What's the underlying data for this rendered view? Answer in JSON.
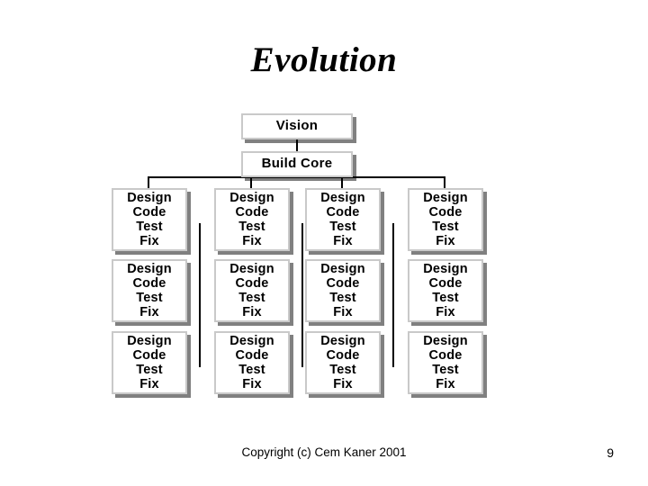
{
  "slide": {
    "title": "Evolution",
    "footer": "Copyright (c) Cem Kaner 2001",
    "page_number": "9"
  },
  "diagram": {
    "type": "tree",
    "top_nodes": [
      {
        "label": "Vision"
      },
      {
        "label": "Build Core"
      }
    ],
    "cell_lines": [
      "Design",
      "Code",
      "Test",
      "Fix"
    ],
    "grid": {
      "columns": 4,
      "rows": 3
    },
    "cells": [
      {
        "lines": [
          "Design",
          "Code",
          "Test",
          "Fix"
        ]
      },
      {
        "lines": [
          "Design",
          "Code",
          "Test",
          "Fix"
        ]
      },
      {
        "lines": [
          "Design",
          "Code",
          "Test",
          "Fix"
        ]
      },
      {
        "lines": [
          "Design",
          "Code",
          "Test",
          "Fix"
        ]
      },
      {
        "lines": [
          "Design",
          "Code",
          "Test",
          "Fix"
        ]
      },
      {
        "lines": [
          "Design",
          "Code",
          "Test",
          "Fix"
        ]
      },
      {
        "lines": [
          "Design",
          "Code",
          "Test",
          "Fix"
        ]
      },
      {
        "lines": [
          "Design",
          "Code",
          "Test",
          "Fix"
        ]
      },
      {
        "lines": [
          "Design",
          "Code",
          "Test",
          "Fix"
        ]
      },
      {
        "lines": [
          "Design",
          "Code",
          "Test",
          "Fix"
        ]
      },
      {
        "lines": [
          "Design",
          "Code",
          "Test",
          "Fix"
        ]
      },
      {
        "lines": [
          "Design",
          "Code",
          "Test",
          "Fix"
        ]
      }
    ],
    "colors": {
      "box_border": "#c9c9c9",
      "box_fill": "#ffffff",
      "shadow": "#808080",
      "connector": "#000000",
      "text": "#000000"
    }
  }
}
